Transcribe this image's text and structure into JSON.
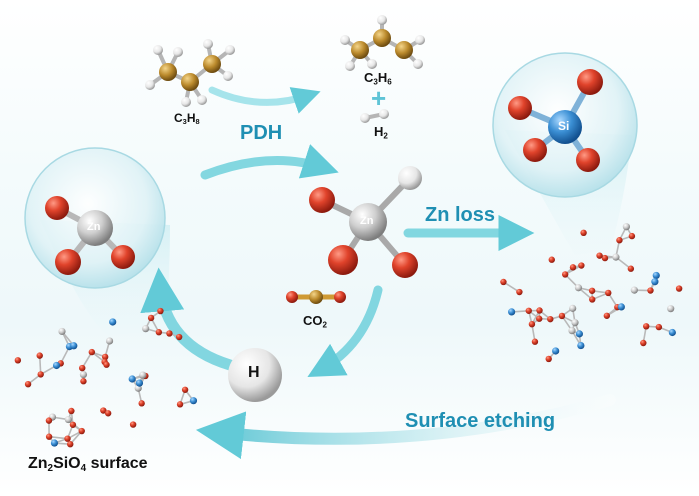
{
  "labels": {
    "propane": {
      "main": "C",
      "sub1": "3",
      "mid": "H",
      "sub2": "8"
    },
    "propylene": {
      "main": "C",
      "sub1": "3",
      "mid": "H",
      "sub2": "6"
    },
    "plus": "+",
    "hydrogen": {
      "main": "H",
      "sub": "2"
    },
    "pdh": "PDH",
    "zn_loss": "Zn loss",
    "co2": {
      "main": "CO",
      "sub": "2"
    },
    "h_atom": "H",
    "surface_etching": "Surface etching",
    "surface": {
      "p1": "Zn",
      "s1": "2",
      "p2": "SiO",
      "s2": "4",
      "p3": " surface"
    }
  },
  "atoms": {
    "zn_center": "Zn",
    "zn_bubble": "Zn",
    "si_bubble": "Si"
  },
  "colors": {
    "oxygen": "#d8402a",
    "zinc": "#c9c9c9",
    "silicon": "#3a8fd0",
    "carbon": "#b8882a",
    "hydrogen_atom": "#ececec",
    "arrow": "#6fd0db",
    "accent_text": "#1f8fb3"
  }
}
